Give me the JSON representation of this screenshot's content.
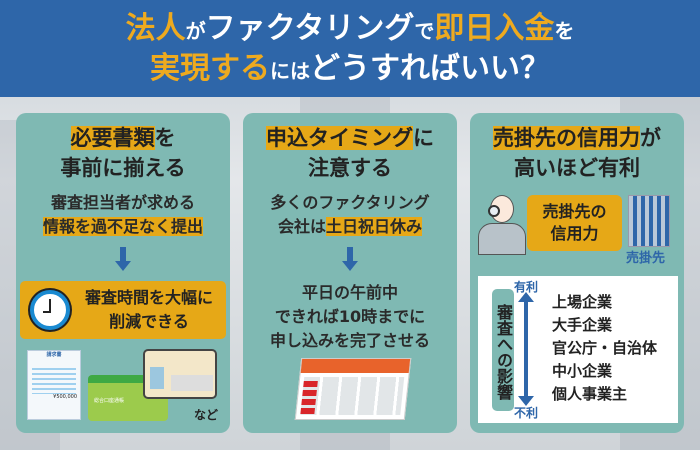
{
  "header": {
    "line1": [
      {
        "text": "法人",
        "accent": true
      },
      {
        "text": "が",
        "small": true
      },
      {
        "text": "ファクタリング"
      },
      {
        "text": "で",
        "small": true
      },
      {
        "text": "即日入金",
        "accent": true
      },
      {
        "text": "を",
        "small": true
      }
    ],
    "line2": [
      {
        "text": "実現する",
        "accent": true
      },
      {
        "text": "には",
        "small": true
      },
      {
        "text": "どうすればいい？"
      }
    ]
  },
  "cards": [
    {
      "title_hl": "必要書類",
      "title_rest": "を",
      "title_line2": "事前に揃える",
      "text_line1": "審査担当者が求める",
      "text_line2": "情報を過不足なく提出",
      "result_line1": "審査時間を大幅に",
      "result_line2": "削減できる",
      "doc_invoice": "請求書",
      "doc_amount": "¥500,000",
      "doc_passbook": "総合口座通帳",
      "etc": "など"
    },
    {
      "title_hl": "申込タイミング",
      "title_rest": "に",
      "title_line2": "注意する",
      "text_line1": "多くのファクタリング",
      "text_line2_pre": "会社は",
      "text_line2_hl": "土日祝日休み",
      "result_line1": "平日の午前中",
      "result_line2": "できれば10時までに",
      "result_line3": "申し込みを完了させる"
    },
    {
      "title_hl": "売掛先の信用力",
      "title_rest": "が",
      "title_line2": "高いほど有利",
      "badge": "売掛先の\n信用力",
      "building_label": "売掛先",
      "scale_label": "審査への影響",
      "top": "有利",
      "bottom": "不利",
      "ranks": [
        "上場企業",
        "大手企業",
        "官公庁・自治体",
        "中小企業",
        "個人事業主"
      ]
    }
  ],
  "colors": {
    "blue": "#2e66a9",
    "gold": "#e6a817",
    "card": "#7fb9b3"
  }
}
